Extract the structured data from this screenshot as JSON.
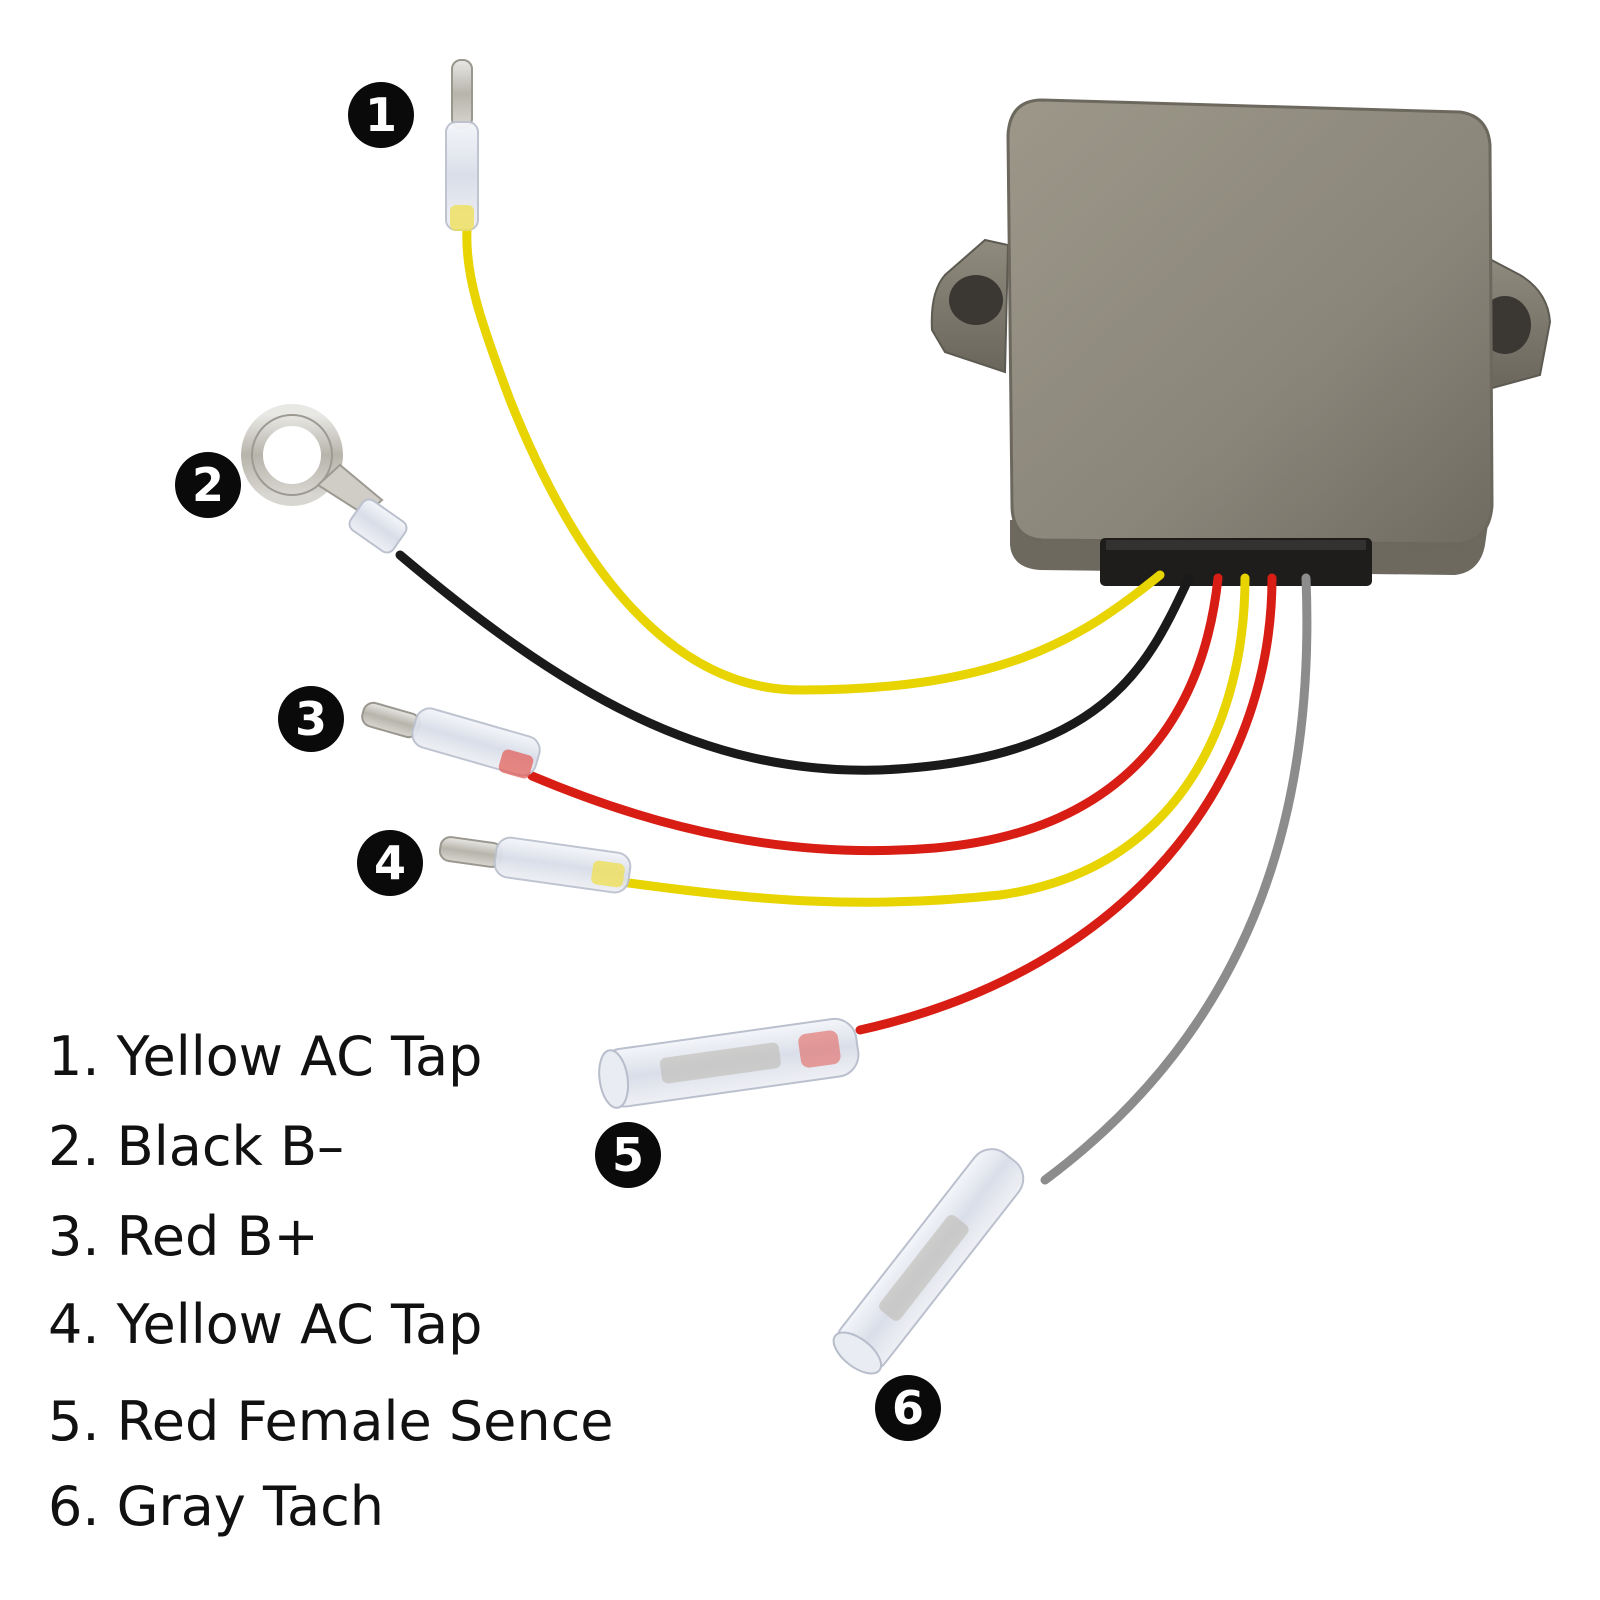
{
  "diagram": {
    "callouts": [
      {
        "number": "1"
      },
      {
        "number": "2"
      },
      {
        "number": "3"
      },
      {
        "number": "4"
      },
      {
        "number": "5"
      },
      {
        "number": "6"
      }
    ],
    "legend": [
      {
        "text": "1. Yellow AC Tap"
      },
      {
        "text": "2. Black B–"
      },
      {
        "text": "3. Red B+"
      },
      {
        "text": "4. Yellow AC Tap"
      },
      {
        "text": "5. Red Female Sence"
      },
      {
        "text": "6. Gray Tach"
      }
    ],
    "colors": {
      "wire_yellow": "#e8d400",
      "wire_black": "#1a1a1a",
      "wire_red": "#d81e14",
      "wire_gray": "#8c8c8c",
      "housing": "#8e8a7c",
      "badge": "#0a0a0a"
    }
  }
}
